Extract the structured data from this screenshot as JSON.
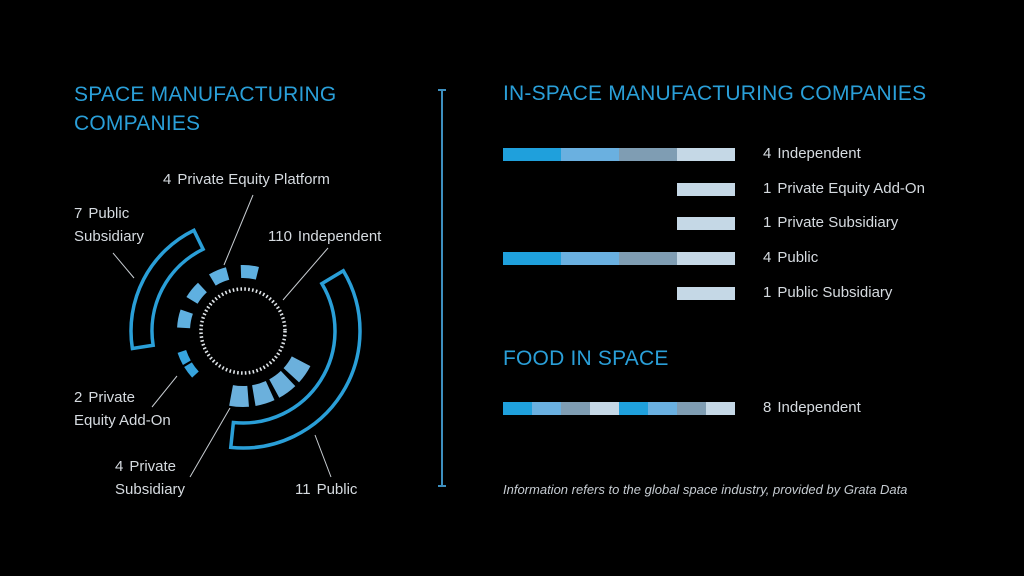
{
  "left": {
    "title_line1": "SPACE MANUFACTURING",
    "title_line2": "COMPANIES",
    "labels": {
      "pe_platform": {
        "count": "4",
        "text": "Private Equity Platform"
      },
      "public_subsidiary": {
        "count": "7",
        "line1": "Public",
        "line2": "Subsidiary"
      },
      "independent": {
        "count": "110",
        "text": "Independent"
      },
      "pe_addon": {
        "count": "2",
        "line1": "Private",
        "line2": "Equity Add-On"
      },
      "private_subsidiary": {
        "count": "4",
        "line1": "Private",
        "line2": "Subsidiary"
      },
      "public": {
        "count": "11",
        "text": "Public"
      }
    }
  },
  "right": {
    "title": "IN-SPACE MANUFACTURING COMPANIES",
    "rows": [
      {
        "count": "4",
        "label": "Independent"
      },
      {
        "count": "1",
        "label": "Private Equity Add-On"
      },
      {
        "count": "1",
        "label": "Private Subsidiary"
      },
      {
        "count": "4",
        "label": "Public"
      },
      {
        "count": "1",
        "label": "Public Subsidiary"
      }
    ],
    "food_title": "FOOD IN SPACE",
    "food_rows": [
      {
        "count": "8",
        "label": "Independent"
      }
    ],
    "footnote": "Information refers to the global space industry, provided by Grata Data"
  },
  "colors": {
    "accent": "#2a9fd8",
    "seg1": "#1fa0dc",
    "seg2": "#6ab0e0",
    "seg3": "#7f9db3",
    "seg4": "#c5d8e6",
    "background": "#000000"
  },
  "chart_data": [
    {
      "type": "pie",
      "title": "SPACE MANUFACTURING COMPANIES",
      "categories": [
        "Independent",
        "Public",
        "Public Subsidiary",
        "Private Equity Platform",
        "Private Subsidiary",
        "Private Equity Add-On"
      ],
      "values": [
        110,
        11,
        7,
        4,
        4,
        2
      ]
    },
    {
      "type": "bar",
      "title": "IN-SPACE MANUFACTURING COMPANIES",
      "categories": [
        "Independent",
        "Private Equity Add-On",
        "Private Subsidiary",
        "Public",
        "Public Subsidiary"
      ],
      "values": [
        4,
        1,
        1,
        4,
        1
      ],
      "orientation": "horizontal",
      "xlabel": "",
      "ylabel": ""
    },
    {
      "type": "bar",
      "title": "FOOD IN SPACE",
      "categories": [
        "Independent"
      ],
      "values": [
        8
      ],
      "orientation": "horizontal"
    }
  ]
}
